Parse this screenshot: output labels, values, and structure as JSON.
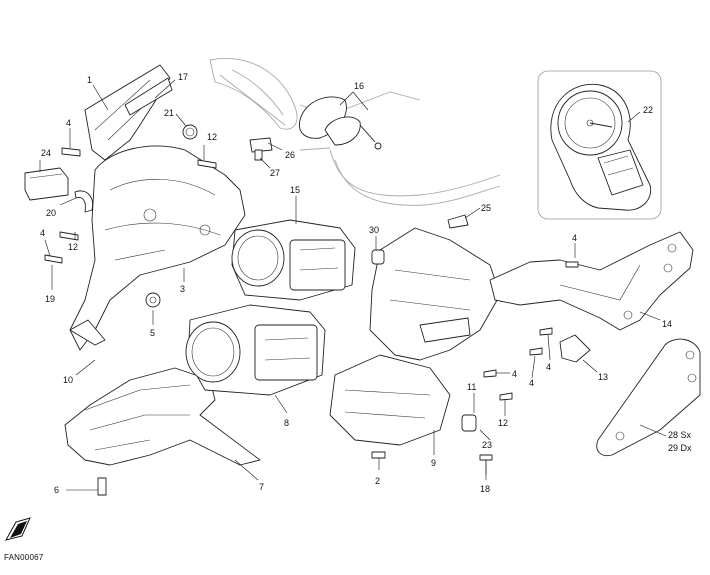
{
  "diagram": {
    "drawing_code": "FAN00067",
    "callouts": [
      "1",
      "17",
      "4",
      "21",
      "24",
      "20",
      "12",
      "12",
      "4",
      "19",
      "3",
      "5",
      "10",
      "6",
      "7",
      "15",
      "30",
      "8",
      "2",
      "9",
      "16",
      "26",
      "27",
      "25",
      "22",
      "4",
      "14",
      "13",
      "4",
      "4",
      "4",
      "11",
      "12",
      "23",
      "18",
      "28 Sx",
      "29 Dx"
    ]
  }
}
